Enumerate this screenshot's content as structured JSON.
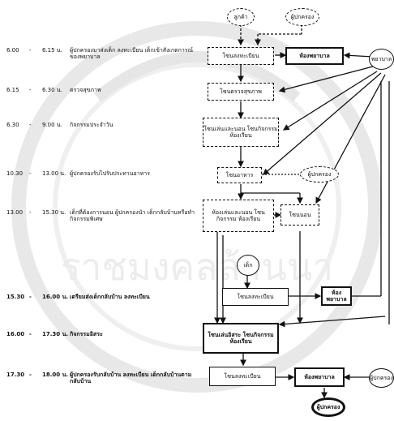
{
  "schedule": [
    {
      "start": "6.00",
      "end": "6.15 น.",
      "activity": "ผู้ปกครองมาส่งเด็ก ลงทะเบียน เด็กเข้าสังเกตการณ์ของพยาบาล"
    },
    {
      "start": "6.15",
      "end": "6.30 น.",
      "activity": "ตรวจสุขภาพ"
    },
    {
      "start": "6.30",
      "end": "9.00 น.",
      "activity": "กิจกรรมประจำวัน"
    },
    {
      "start": "10.30",
      "end": "13.00 น.",
      "activity": "ผู้ปกครองรับไปรับประทานอาหาร"
    },
    {
      "start": "13.00",
      "end": "15.30 น.",
      "activity": "เด็กที่ต้องการนอน ผู้ปกครองนำ เด็กกลับบ้านหรือทำกิจกรรมพิเศษ"
    },
    {
      "start": "15.30",
      "end": "16.00 น.",
      "activity": "เตรียมส่งเด็กกลับบ้าน ลงทะเบียน"
    },
    {
      "start": "16.00",
      "end": "17.30 น.",
      "activity": "กิจกรรมอิสระ"
    },
    {
      "start": "17.30",
      "end": "18.00 น.",
      "activity": "ผู้ปกครองรับกลับบ้าน ลงทะเบียน เด็กกลับบ้านตามกลับบ้าน"
    }
  ],
  "flow": {
    "top_oval_left": "ลูกค้า",
    "top_oval_right": "ผู้ปกครอง",
    "registration": "โซนลงทะเบียน",
    "nurse_room": "ห้องพยาบาล",
    "nurse": "พยาบาล",
    "health_check": "โซนตรวจสุขภาพ",
    "activity_zone": "โซนเล่นและนอน โซนกิจกรรม ห้องเรียน",
    "dining": "โซนอาหาร",
    "parent_mid": "ผู้ปกครอง",
    "rest_zone": "ห้องเล่นและนอน โซนกิจกรรม ห้องเรียน",
    "sleep": "โซนนอน",
    "child": "เด็ก",
    "checkout": "โซนลงทะเบียน",
    "nurse_room_2": "ห้องพยาบาล",
    "free_zone": "โซนเล่นอิสระ โซนกิจกรรม ห้องเรียน",
    "final_register": "โซนลงทะเบียน",
    "final_nurse_room": "ห้องพยาบาล",
    "parent_end": "ผู้ปกครอง",
    "parent_bottom": "ผู้ปกครอง"
  },
  "watermark": "ราชมงคลล้านนา"
}
